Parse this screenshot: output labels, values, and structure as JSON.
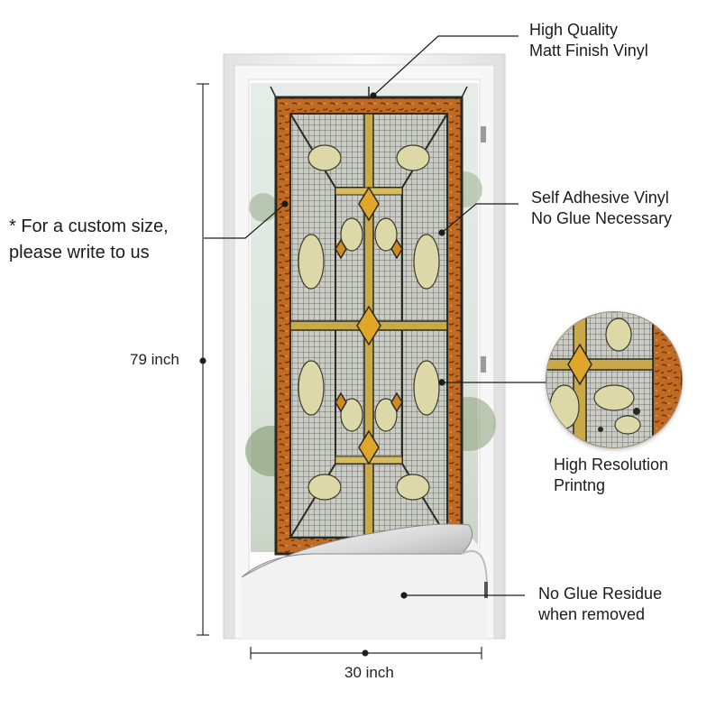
{
  "callouts": {
    "material": "High Quality\nMatt Finish Vinyl",
    "adhesive": "Self Adhesive Vinyl\nNo Glue Necessary",
    "custom_size": "* For a custom size,\nplease write to us",
    "resolution": "High Resolution\nPrintng",
    "residue": "No Glue Residue\nwhen removed"
  },
  "dimensions": {
    "height_label": "79 inch",
    "width_label": "30 inch"
  },
  "colors": {
    "frame": "#f3f3f3",
    "amber": "#b85f1d",
    "gold": "#c9a94a",
    "lead": "#2a2a22"
  }
}
